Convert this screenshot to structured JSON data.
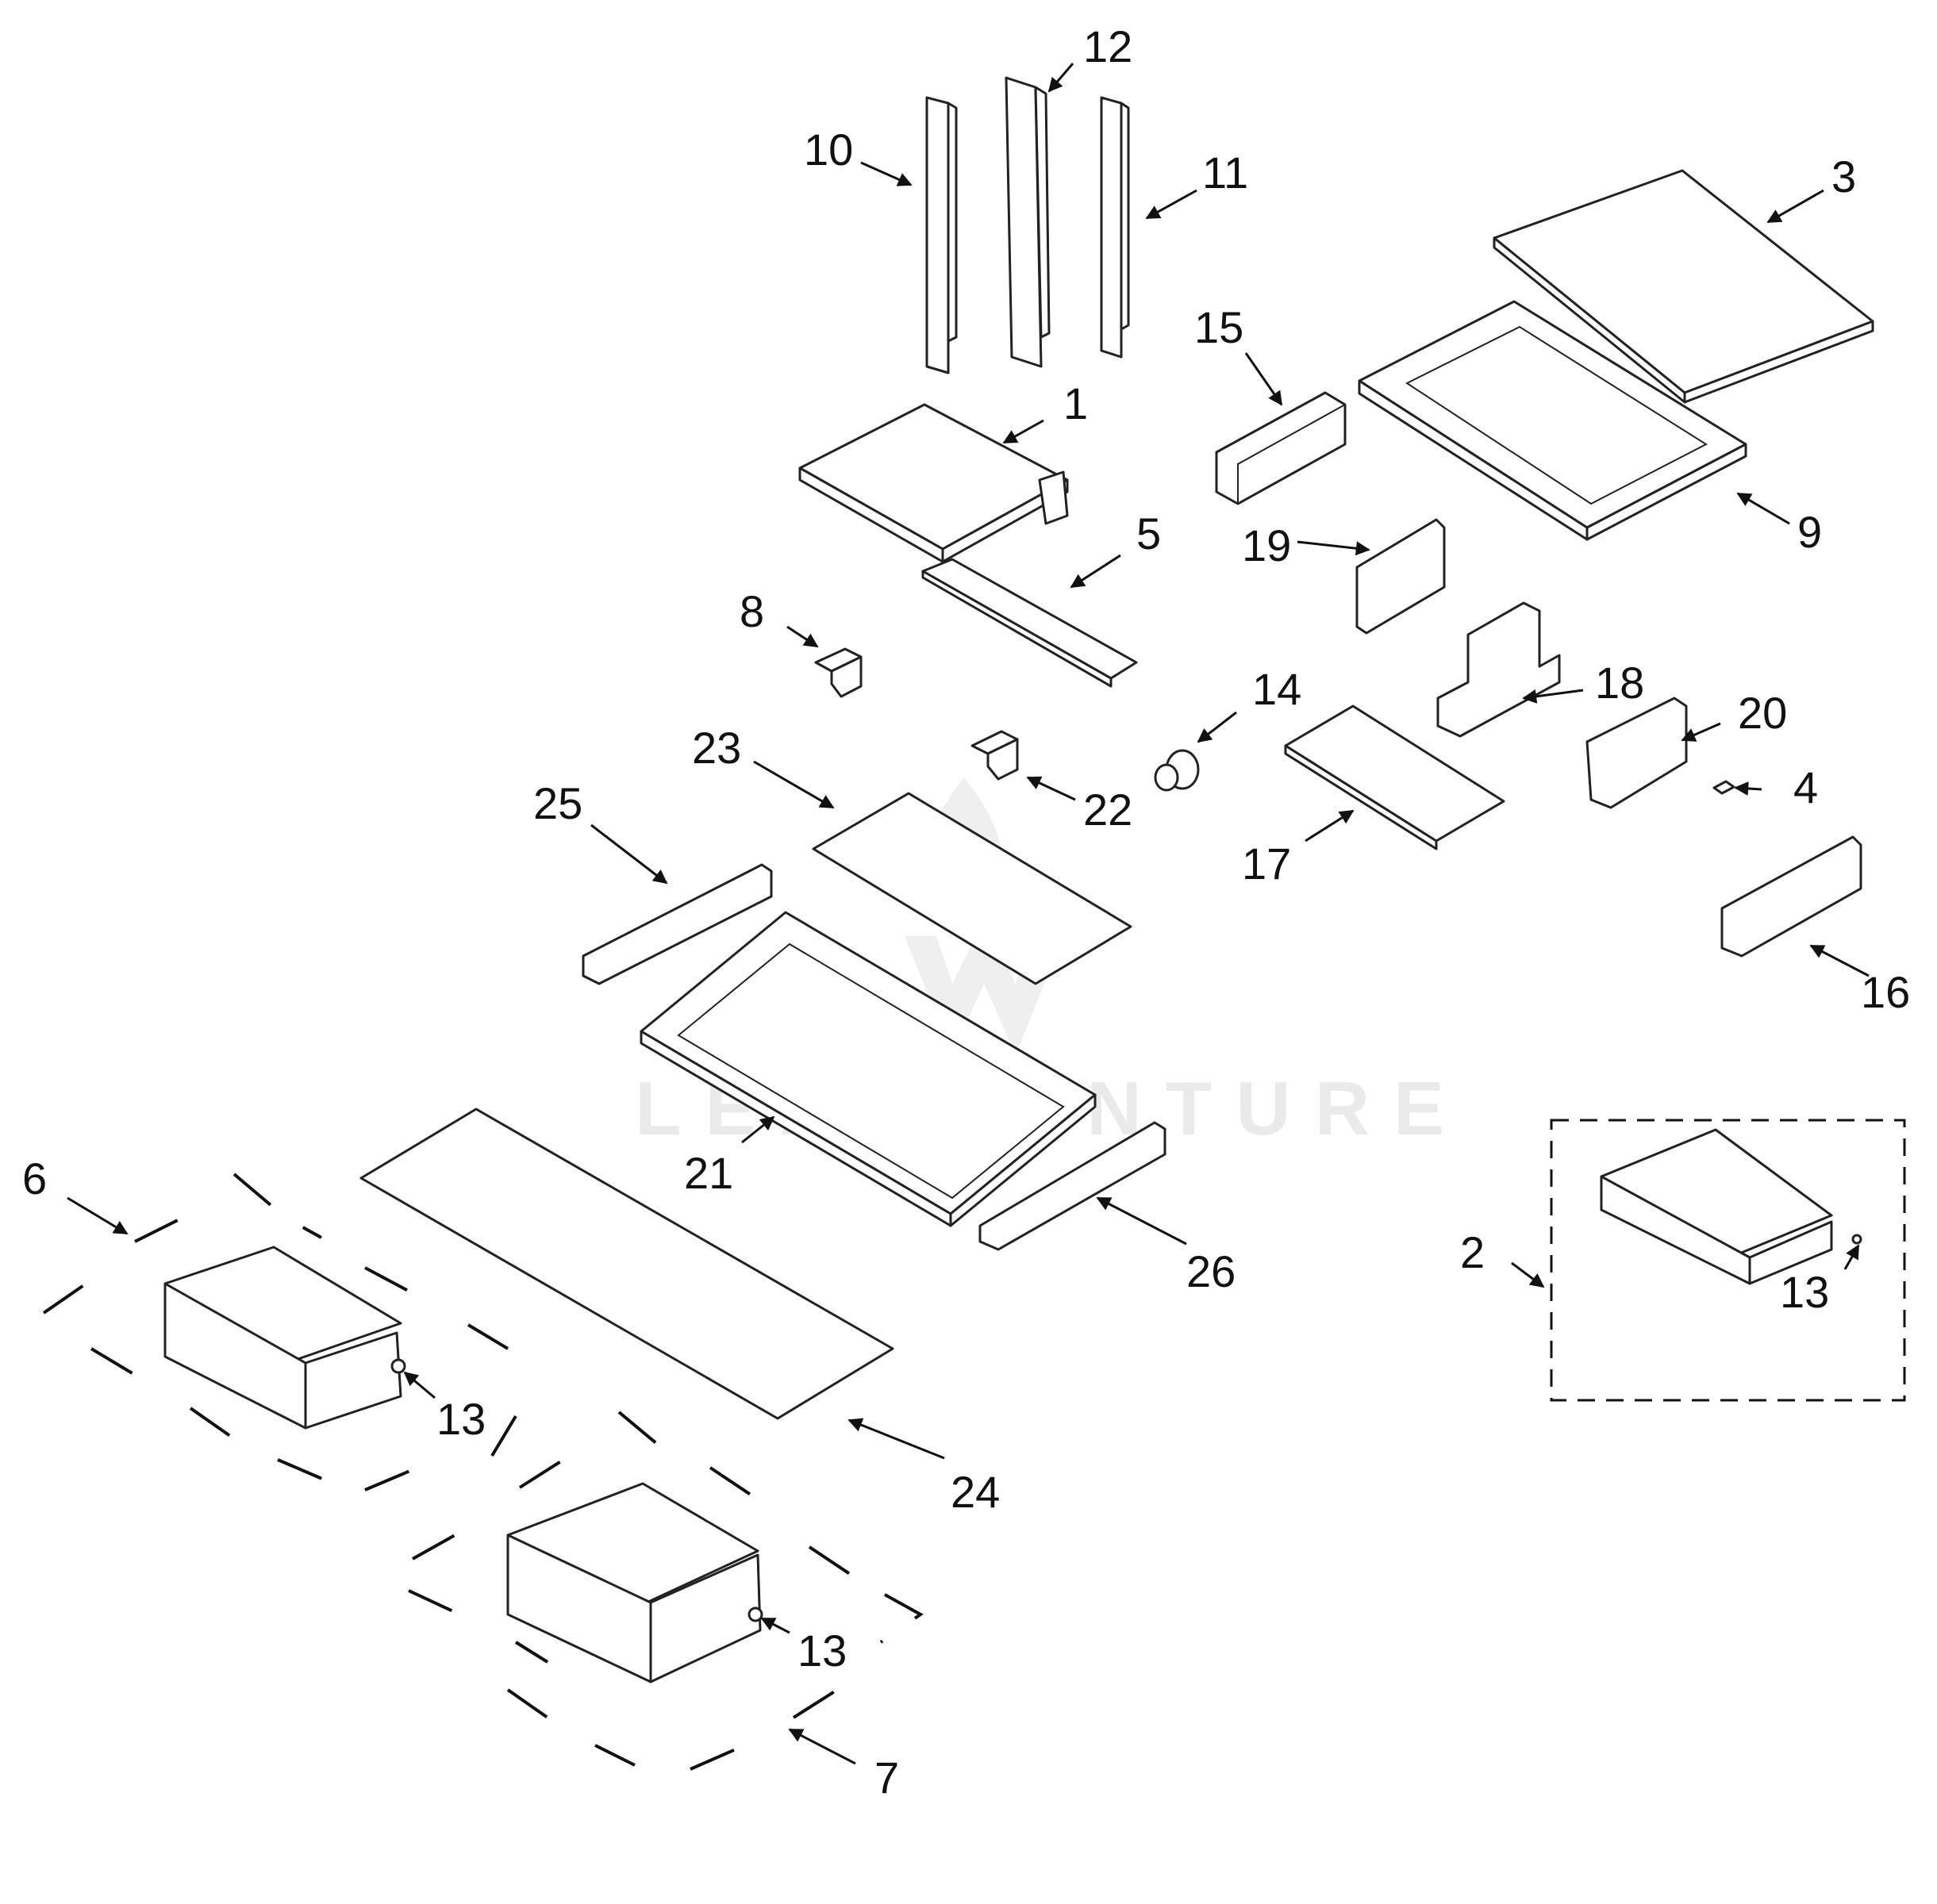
{
  "diagram": {
    "watermark_text": "LEADVENTURE",
    "callouts": {
      "c1": "1",
      "c2": "2",
      "c3": "3",
      "c4": "4",
      "c5": "5",
      "c6": "6",
      "c7": "7",
      "c8": "8",
      "c9": "9",
      "c10": "10",
      "c11": "11",
      "c12": "12",
      "c13a": "13",
      "c13b": "13",
      "c13c": "13",
      "c14": "14",
      "c15": "15",
      "c16": "16",
      "c17": "17",
      "c18": "18",
      "c19": "19",
      "c20": "20",
      "c21": "21",
      "c22": "22",
      "c23": "23",
      "c24": "24",
      "c25": "25",
      "c26": "26"
    }
  }
}
